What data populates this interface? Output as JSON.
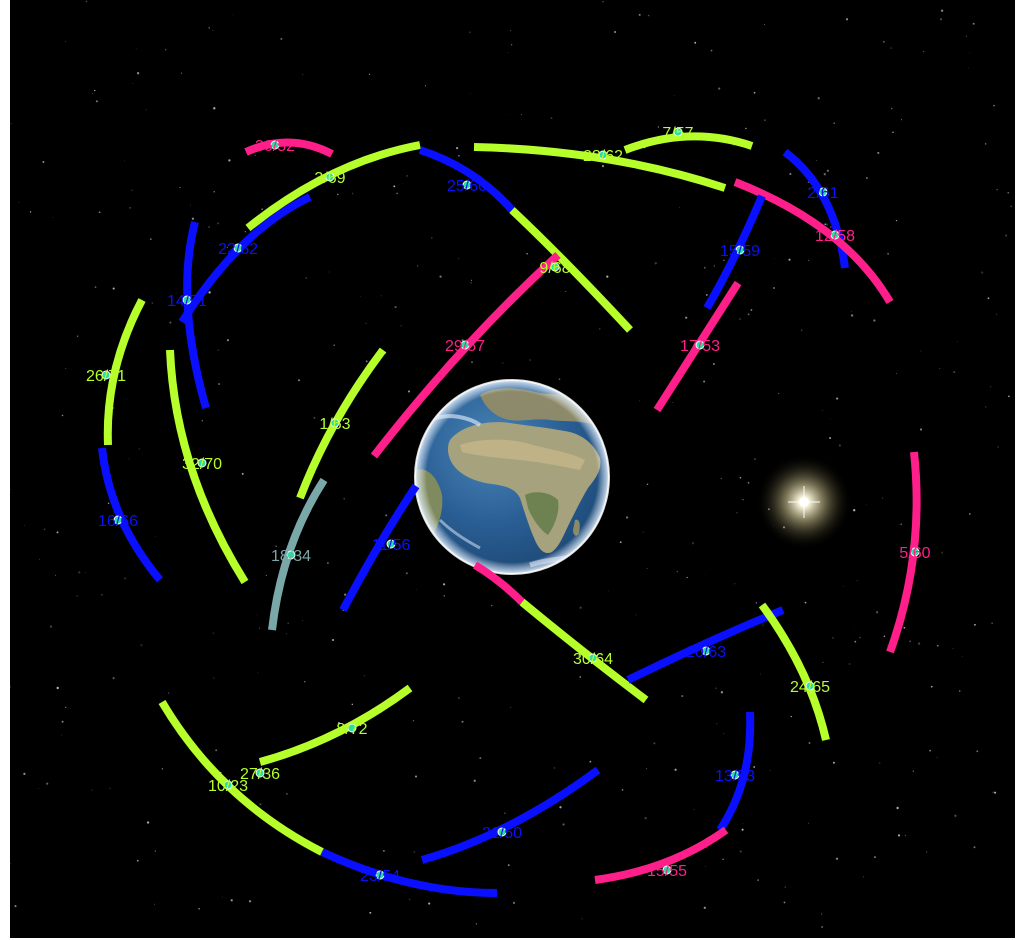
{
  "colors": {
    "background": "#000000",
    "magenta": "#ff1f8a",
    "blue": "#0a10ff",
    "lime": "#b6ff2a",
    "steel": "#7aa7a8",
    "marker": "#29e0a0",
    "sun": "#ffffff"
  },
  "scene": {
    "earth_icon": "earth-globe",
    "sun_icon": "sun-glow"
  },
  "satellites": [
    {
      "label": "36/52",
      "color": "magenta"
    },
    {
      "label": "3/69",
      "color": "lime"
    },
    {
      "label": "25/60",
      "color": "blue"
    },
    {
      "label": "28/62",
      "color": "lime"
    },
    {
      "label": "7/57",
      "color": "lime"
    },
    {
      "label": "2/61",
      "color": "blue"
    },
    {
      "label": "12/58",
      "color": "magenta"
    },
    {
      "label": "22/62",
      "color": "blue"
    },
    {
      "label": "15/59",
      "color": "blue"
    },
    {
      "label": "14/51",
      "color": "blue"
    },
    {
      "label": "9/68",
      "color": "lime"
    },
    {
      "label": "29/57",
      "color": "magenta"
    },
    {
      "label": "17/53",
      "color": "magenta"
    },
    {
      "label": "26/71",
      "color": "lime"
    },
    {
      "label": "1/63",
      "color": "lime"
    },
    {
      "label": "32/70",
      "color": "lime"
    },
    {
      "label": "16/66",
      "color": "blue"
    },
    {
      "label": "11/56",
      "color": "blue"
    },
    {
      "label": "18/34",
      "color": "steel"
    },
    {
      "label": "5/60",
      "color": "magenta"
    },
    {
      "label": "30/64",
      "color": "lime"
    },
    {
      "label": "20/63",
      "color": "blue"
    },
    {
      "label": "24/65",
      "color": "lime"
    },
    {
      "label": "8/72",
      "color": "lime"
    },
    {
      "label": "27/36",
      "color": "lime"
    },
    {
      "label": "10/23",
      "color": "lime"
    },
    {
      "label": "13/53",
      "color": "blue"
    },
    {
      "label": "21/50",
      "color": "blue"
    },
    {
      "label": "23/54",
      "color": "blue"
    },
    {
      "label": "15/55",
      "color": "magenta"
    }
  ]
}
